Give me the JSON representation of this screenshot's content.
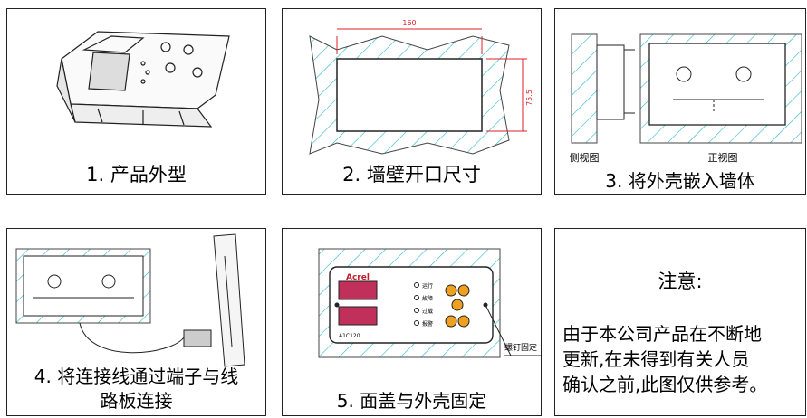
{
  "steps": [
    {
      "caption": "1. 产品外型"
    },
    {
      "caption": "2. 墙壁开口尺寸",
      "width_label": "160",
      "height_label": "75.5"
    },
    {
      "caption": "3. 将外壳嵌入墙体",
      "side_view": "侧视图",
      "front_view": "正视图"
    },
    {
      "caption_line1": "4. 将连接线通过端子与线",
      "caption_line2": "路板连接"
    },
    {
      "caption": "5. 面盖与外壳固定",
      "brand": "Acrel",
      "model": "A1C120",
      "screw_label": "螺钉固定",
      "indicators": [
        "运行",
        "故障",
        "过载",
        "报警"
      ]
    }
  ],
  "note": {
    "title": "注意:",
    "lines": [
      "由于本公司产品在不断地",
      "更新,在未得到有关人员",
      "确认之前,此图仅供参考。"
    ]
  },
  "colors": {
    "hatch": "#29b7c9",
    "dimension": "#e0202a",
    "button": "#f0a020",
    "display": "#c0305a"
  }
}
